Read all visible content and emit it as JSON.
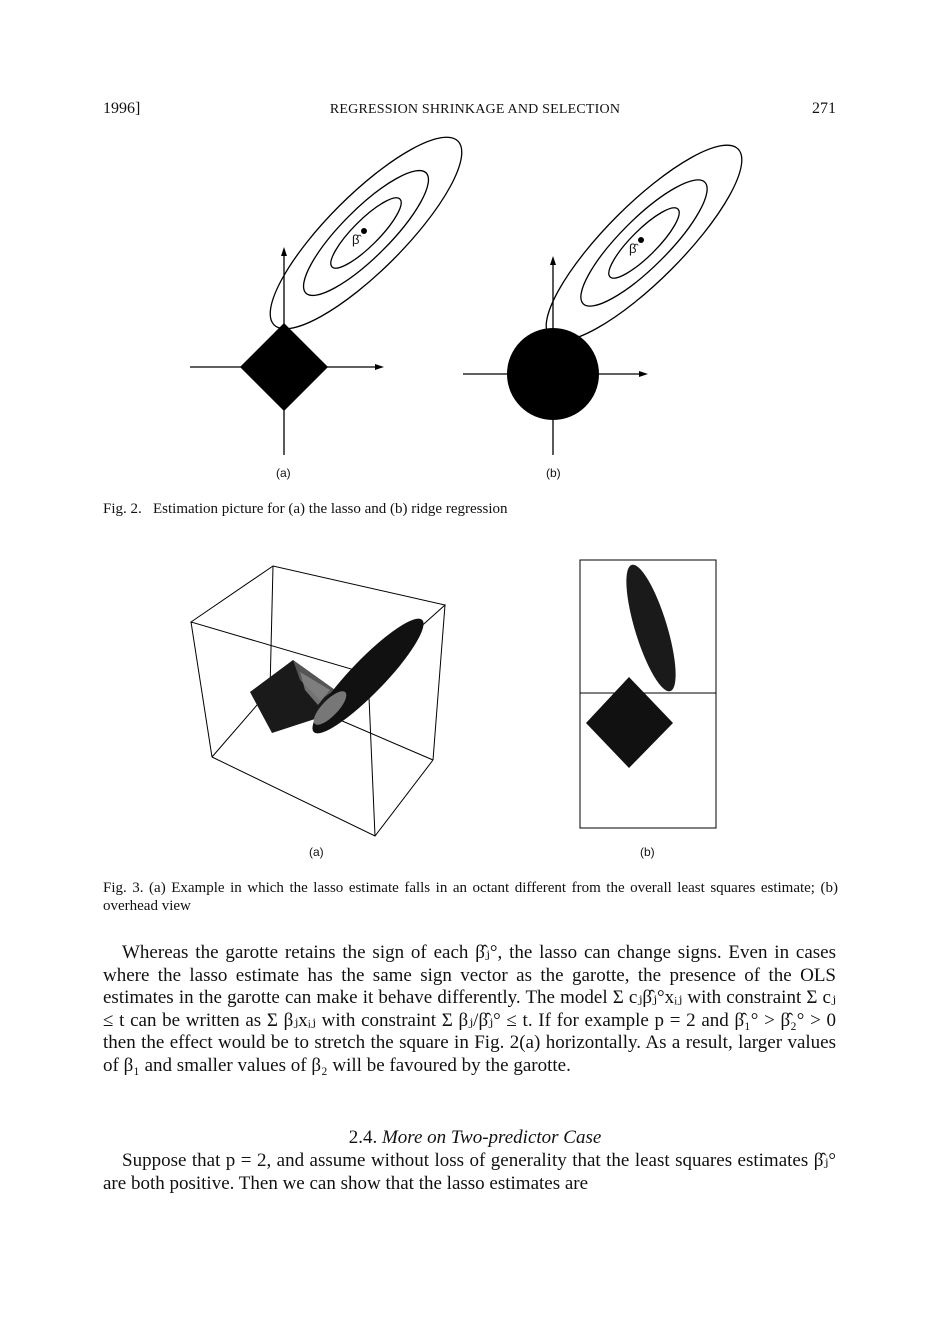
{
  "header": {
    "year": "1996]",
    "title": "REGRESSION SHRINKAGE AND SELECTION",
    "page_number": "271"
  },
  "figure2": {
    "beta_hat_label": "β̂",
    "label_a": "(a)",
    "label_b": "(b)",
    "caption": "Fig. 2.   Estimation picture for (a) the lasso and (b) ridge regression"
  },
  "figure3": {
    "label_a": "(a)",
    "label_b": "(b)",
    "caption": "Fig. 3.   (a) Example in which the lasso estimate falls in an octant different from the overall least squares estimate; (b) overhead view"
  },
  "body": {
    "paragraph1": "Whereas the garotte retains the sign of each β̂ⱼ°, the lasso can change signs. Even in cases where the lasso estimate has the same sign vector as the garotte, the presence of the OLS estimates in the garotte can make it behave differently. The model Σ cⱼβ̂ⱼ°xᵢⱼ with constraint Σ cⱼ ≤ t can be written as Σ βⱼxᵢⱼ with constraint Σ βⱼ/β̂ⱼ° ≤ t. If for example p = 2 and β̂₁° > β̂₂° > 0 then the effect would be to stretch the square in Fig. 2(a) horizontally. As a result, larger values of β₁ and smaller values of β₂ will be favoured by the garotte.",
    "section_number": "2.4.",
    "section_title": "More on Two-predictor Case",
    "paragraph2": "Suppose that p = 2, and assume without loss of generality that the least squares estimates β̂ⱼ° are both positive. Then we can show that the lasso estimates are"
  }
}
